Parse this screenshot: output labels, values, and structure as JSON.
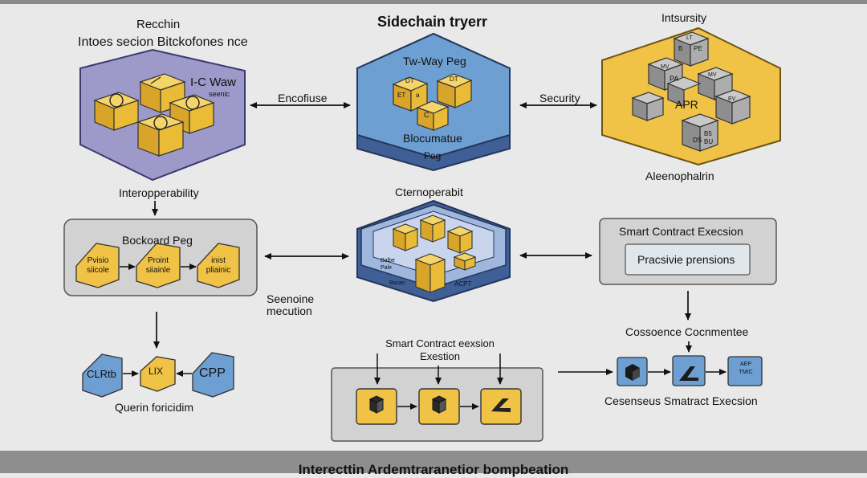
{
  "title": "Sidechain tryerr",
  "top_left": {
    "heading": "Recchin",
    "subheading": "Intoes secion Bitckofones nce",
    "label": "I-C Waw",
    "sublabel": "seenic"
  },
  "top_center": {
    "title": "Tw-Way Peg",
    "body": "Blocumatue",
    "footer": "Peg",
    "cubes": [
      "DT",
      "DT",
      "ET",
      "a",
      "C"
    ]
  },
  "top_right": {
    "heading": "Intsursity",
    "center_label": "APR",
    "footer": "Aleenophalrin",
    "cubes": [
      "LT",
      "B",
      "PE",
      "MV",
      "PA",
      "MV",
      "EV",
      "B5",
      "DS",
      "BU"
    ]
  },
  "arrow_labels": {
    "left_mid": "Encofiuse",
    "right_mid": "Security",
    "left_below": "Interopperability",
    "center_below": "Cternoperabit"
  },
  "mid_left": {
    "title": "Bockoard Peg",
    "hexes": [
      "Pvisio\nsiicole",
      "Proint\nsiiainle",
      "inist\npliainic"
    ]
  },
  "mid_center": {
    "labels": [
      "Balbe\nPale",
      "Bocan",
      "ACPT"
    ]
  },
  "mid_right": {
    "title": "Smart Contract Execsion",
    "inner": "Pracsivie prensions",
    "below": "Cossoence Cocnmentee"
  },
  "side_label": "Seenoine\nmecution",
  "bottom_left": {
    "nodes": [
      "CLRtb",
      "LIX",
      "CPP"
    ],
    "caption": "Querin foricidim"
  },
  "bottom_center": {
    "title": "Smart Contract eexsion\nExestion"
  },
  "bottom_right": {
    "labels": [
      "AEP\nTMIC"
    ],
    "caption": "Cesenseus Smatract Execsion"
  },
  "footer": "Interecttin Ardemtraranetior bompbeation",
  "colors": {
    "purple": "#9d99c9",
    "blue": "#6d9fd3",
    "gold": "#f0c246",
    "gray_panel": "#d2d2d2",
    "cube_gray": "#9a9a9a"
  }
}
